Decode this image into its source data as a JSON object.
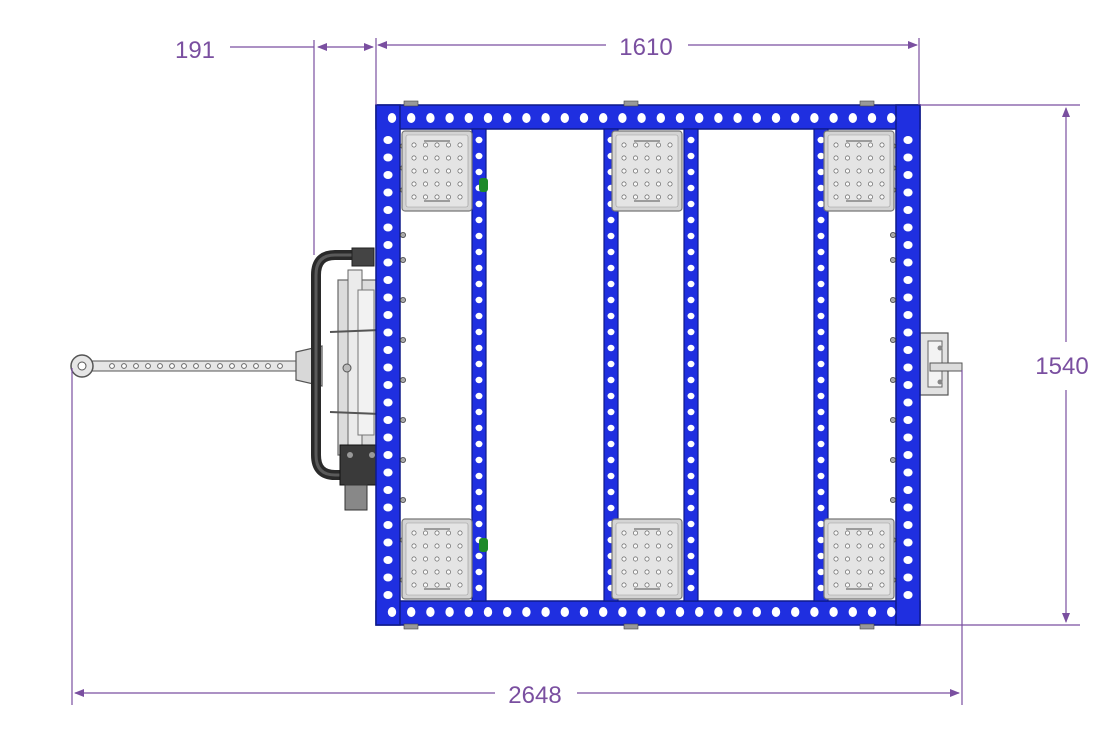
{
  "colors": {
    "dimension": "#7a4fa0",
    "frame_blue": "#1f2fe0",
    "frame_dark": "#0e1a8a",
    "hole": "#ffffff",
    "plate": "#d4d4d4",
    "plate_edge": "#777777",
    "handle": "#2a2a2a",
    "tow_bar": "#dcdcdc",
    "clip_green": "#1d8a2a"
  },
  "dimensions": {
    "tow_bar_offset": "191",
    "frame_width": "1610",
    "frame_height": "1540",
    "overall_length": "2648"
  },
  "icons": [
    "tow-bar-icon",
    "handle-icon",
    "hitch-coupler-icon",
    "caster-plate-icon"
  ]
}
